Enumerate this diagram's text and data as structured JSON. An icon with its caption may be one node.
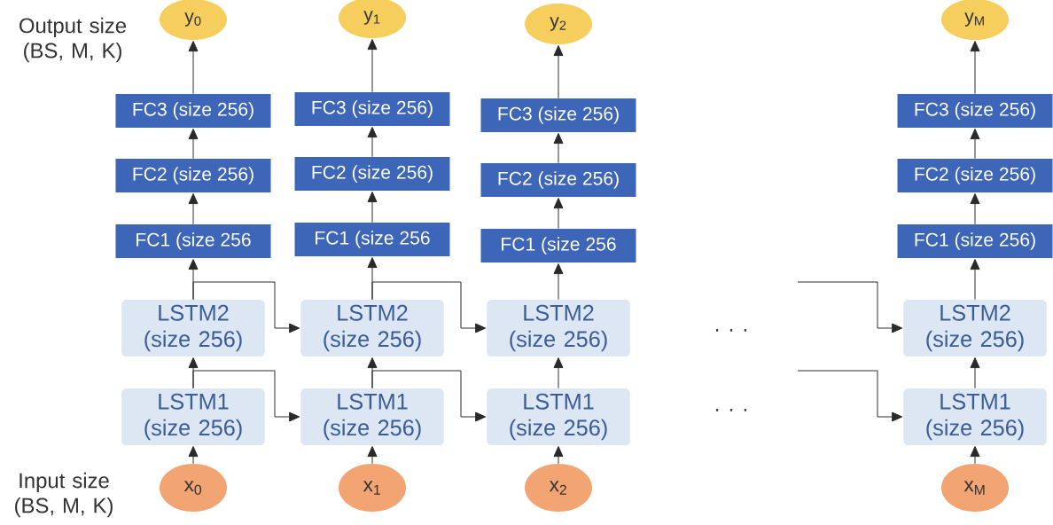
{
  "diagram": {
    "nodes": [
      {
        "text": [
          "y$_{0}$"
        ]
      },
      {
        "text": [
          "FC3 (size 256)"
        ]
      },
      {
        "text": [
          "FC2 (size 256)"
        ]
      },
      {
        "text": [
          "FC1 (size 256"
        ]
      },
      {
        "text": [
          "LSTM2 (size 256)"
        ]
      },
      {
        "text": [
          "LSTM1 (size 256)"
        ]
      },
      {
        "text": [
          "x$_{0}$"
        ]
      },
      {
        "text": [
          "y$_{1}$"
        ]
      },
      {
        "text": [
          "FC3 (size 256)"
        ]
      },
      {
        "text": [
          "FC2 (size 256)"
        ]
      },
      {
        "text": [
          "FC1 (size 256"
        ]
      },
      {
        "text": [
          "LSTM2 (size 256)"
        ]
      },
      {
        "text": [
          "LSTM1 (size 256)"
        ]
      },
      {
        "text": [
          "x$_{1}$"
        ]
      },
      {
        "text": [
          "y$_{2}$"
        ]
      },
      {
        "text": [
          "FC3 (size 256)"
        ]
      },
      {
        "text": [
          "FC2 (size 256)"
        ]
      },
      {
        "text": [
          "FC1 (size 256"
        ]
      },
      {
        "text": [
          "LSTM2 (size 256)"
        ]
      },
      {
        "text": [
          "LSTM1 (size 256)"
        ]
      },
      {
        "text": [
          "x$_{2}$"
        ]
      },
      {
        "text": [
          "y$_{M}$"
        ]
      },
      {
        "text": [
          "FC3 (size 256)"
        ]
      },
      {
        "text": [
          "FC2 (size 256)"
        ]
      },
      {
        "text": [
          "FC1 (size 256)"
        ]
      },
      {
        "text": [
          "LSTM2 (size 256)"
        ]
      },
      {
        "text": [
          "LSTM1 (size 256)"
        ]
      },
      {
        "text": [
          "x$_{M}$"
        ]
      }
    ],
    "edges": [
      {
        "from": 6,
        "to": 5,
        "arrow": "to"
      },
      {
        "from": 5,
        "to": 4,
        "arrow": "to"
      },
      {
        "from": 4,
        "to": 3,
        "arrow": "to"
      },
      {
        "from": 3,
        "to": 2,
        "arrow": "to"
      },
      {
        "from": 2,
        "to": 1,
        "arrow": "to"
      },
      {
        "from": 1,
        "to": 0,
        "arrow": "to"
      },
      {
        "from": 13,
        "to": 12,
        "arrow": "to"
      },
      {
        "from": 12,
        "to": 11,
        "arrow": "to"
      },
      {
        "from": 11,
        "to": 10,
        "arrow": "to"
      },
      {
        "from": 10,
        "to": 9,
        "arrow": "to"
      },
      {
        "from": 9,
        "to": 8,
        "arrow": "to"
      },
      {
        "from": 8,
        "to": 7,
        "arrow": "to"
      },
      {
        "from": 20,
        "to": 19,
        "arrow": "to"
      },
      {
        "from": 19,
        "to": 18,
        "arrow": "to"
      },
      {
        "from": 18,
        "to": 17,
        "arrow": "to"
      },
      {
        "from": 17,
        "to": 16,
        "arrow": "to"
      },
      {
        "from": 16,
        "to": 15,
        "arrow": "to"
      },
      {
        "from": 15,
        "to": 14,
        "arrow": "to"
      },
      {
        "from": 27,
        "to": 26,
        "arrow": "to"
      },
      {
        "from": 26,
        "to": 25,
        "arrow": "to"
      },
      {
        "from": 25,
        "to": 24,
        "arrow": "to"
      },
      {
        "from": 24,
        "to": 23,
        "arrow": "to"
      },
      {
        "from": 23,
        "to": 22,
        "arrow": "to"
      },
      {
        "from": 22,
        "to": 21,
        "arrow": "to"
      },
      {
        "from": 5,
        "to": 12,
        "arrow": "to"
      },
      {
        "from": 4,
        "to": 11,
        "arrow": "to"
      },
      {
        "from": 12,
        "to": 19,
        "arrow": "to"
      },
      {
        "from": 11,
        "to": 18,
        "arrow": "to"
      },
      {
        "from": null,
        "to": 26,
        "arrow": "to"
      },
      {
        "from": null,
        "to": 25,
        "arrow": "to"
      }
    ],
    "labels": [
      "Output size (BS, M, K)",
      "· · ·",
      "· · ·",
      "Input size (BS, M, K)"
    ]
  }
}
